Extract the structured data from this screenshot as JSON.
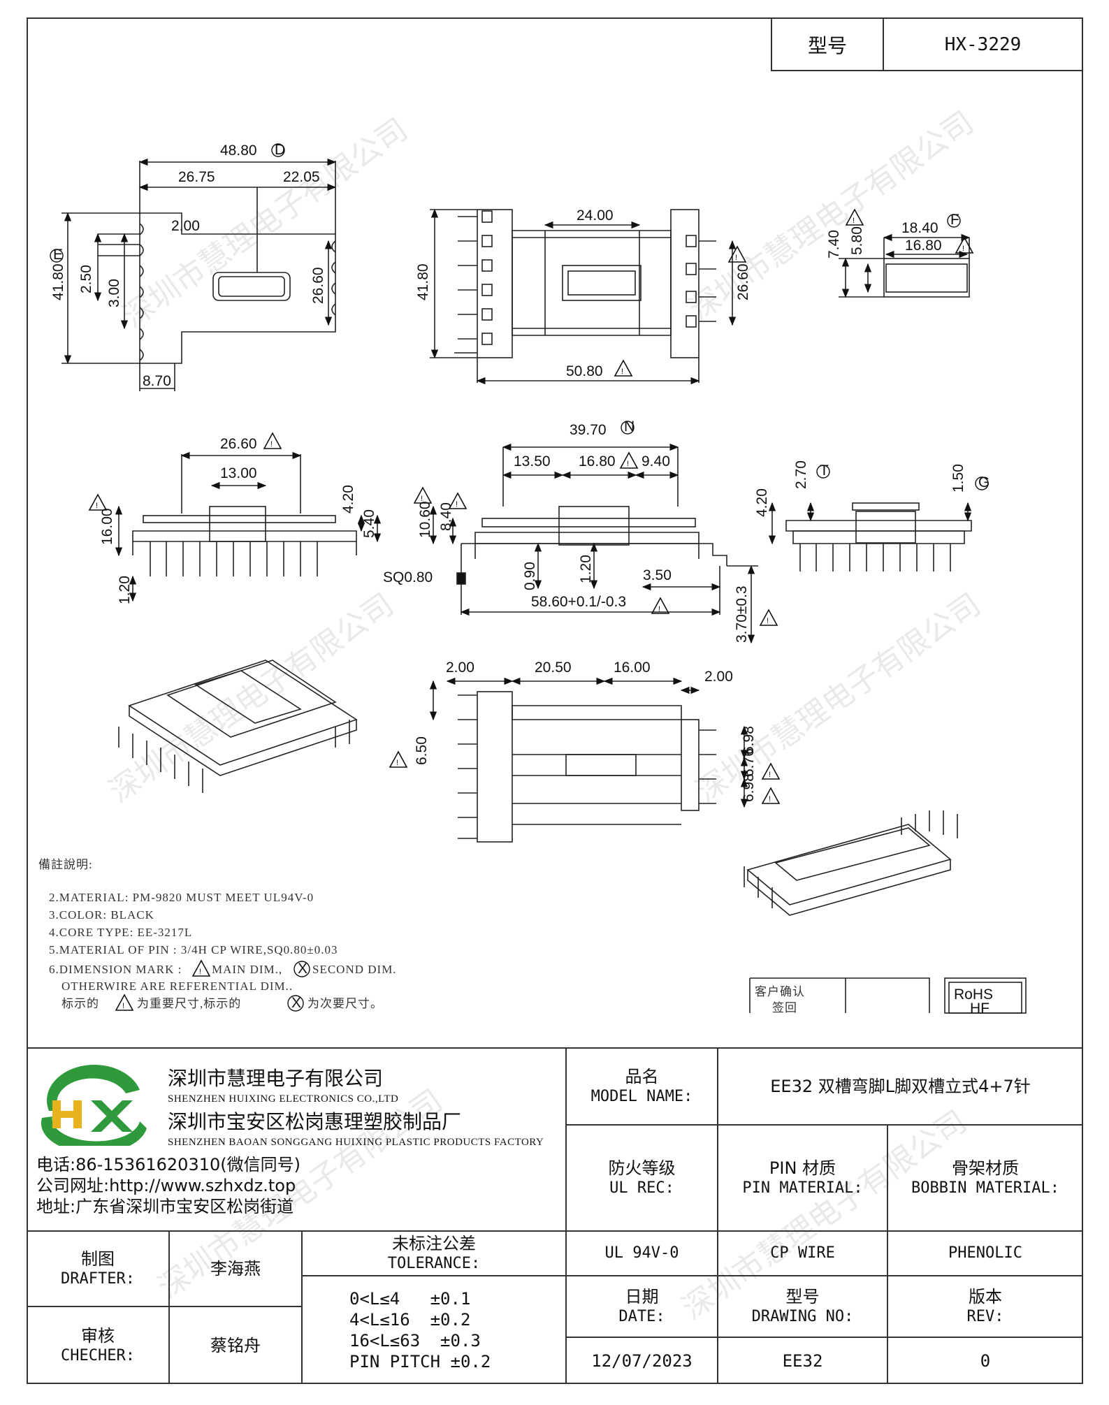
{
  "header": {
    "model_label": "型号",
    "model_value": "HX-3229"
  },
  "dimensions": {
    "top_left": {
      "overall_width": "48.80",
      "left_part": "26.75",
      "right_part": "22.05",
      "slot": "2.00",
      "height": "41.80",
      "pitch_a": "2.50",
      "pitch_b": "3.00",
      "window_height": "26.60",
      "foot": "8.70"
    },
    "top_mid": {
      "center_width": "24.00",
      "height": "41.80",
      "window_height": "26.60",
      "overall_width": "50.80"
    },
    "top_right": {
      "outer_width": "18.40",
      "inner_width": "16.80",
      "outer_height": "7.40",
      "inner_height": "5.80"
    },
    "side_left": {
      "flange_width": "26.60",
      "core_width": "13.00",
      "height": "16.00",
      "h_a": "4.20",
      "h_b": "5.40",
      "pin_len": "1.20"
    },
    "side_mid": {
      "overall": "39.70",
      "left": "13.50",
      "center": "16.80",
      "right": "9.40",
      "h_a": "10.60",
      "h_b": "8.40",
      "pin_sq": "SQ0.80",
      "d_a": "0.90",
      "d_b": "1.20",
      "d_c": "3.50",
      "total": "58.60+0.1/-0.3",
      "pin_drop": "3.70±0.3"
    },
    "side_right": {
      "h_a": "4.20",
      "h_b": "2.70",
      "h_c": "1.50"
    },
    "bottom_mid": {
      "w_a": "2.00",
      "w_b": "20.50",
      "w_c": "16.00",
      "w_d": "2.00",
      "h_pitch": "6.50",
      "p_a": "6.98",
      "p_b": "6.76",
      "p_c": "6.98"
    }
  },
  "notes": {
    "title": "備註說明:",
    "lines": [
      "2.MATERIAL: PM-9820 MUST MEET UL94V-0",
      "3.COLOR:  BLACK",
      "4.CORE TYPE: EE-3217L",
      "5.MATERIAL OF PIN : 3/4H CP WIRE,SQ0.80±0.03"
    ],
    "dim_mark_prefix": "6.DIMENSION MARK :",
    "dim_mark_main": "MAIN DIM.,",
    "dim_mark_second": "SECOND DIM.",
    "dim_mark_line2": "OTHERWIRE ARE REFERENTIAL DIM..",
    "cn_prefix": "标示的",
    "cn_main": "为重要尺寸,标示的",
    "cn_second": "为次要尺寸。"
  },
  "stamps": {
    "customer_confirm": "客户确认",
    "sign_back": "签回",
    "rohs": "RoHS",
    "hf": "HF"
  },
  "watermark": "深圳市慧理电子有限公司",
  "company": {
    "name_cn": "深圳市慧理电子有限公司",
    "name_en": "SHENZHEN HUIXING ELECTRONICS CO.,LTD",
    "factory_cn": "深圳市宝安区松岗惠理塑胶制品厂",
    "factory_en": "SHENZHEN BAOAN SONGGANG HUIXING PLASTIC PRODUCTS FACTORY",
    "phone": "电话:86-15361620310(微信同号)",
    "website": "公司网址:http://www.szhxdz.top",
    "address": "地址:广东省深圳市宝安区松岗街道"
  },
  "title_block": {
    "model_name_cn": "品名",
    "model_name_en": "MODEL NAME:",
    "model_name_value": "EE32 双槽弯脚L脚双槽立式4+7针",
    "ul_cn": "防火等级",
    "ul_en": "UL REC:",
    "pin_cn": "PIN 材质",
    "pin_en": "PIN MATERIAL:",
    "bobbin_cn": "骨架材质",
    "bobbin_en": "BOBBIN MATERIAL:",
    "ul_value": "UL 94V-0",
    "pin_value": "CP WIRE",
    "bobbin_value": "PHENOLIC",
    "drafter_cn": "制图",
    "drafter_en": "DRAFTER:",
    "drafter_name": "李海燕",
    "checker_cn": "审核",
    "checker_en": "CHECHER:",
    "checker_name": "蔡铭舟",
    "tol_cn": "未标注公差",
    "tol_en": "TOLERANCE:",
    "tol_lines": [
      "0<L≤4   ±0.1",
      "4<L≤16  ±0.2",
      "16<L≤63  ±0.3",
      "PIN PITCH ±0.2"
    ],
    "date_cn": "日期",
    "date_en": "DATE:",
    "date_value": "12/07/2023",
    "dwg_cn": "型号",
    "dwg_en": "DRAWING NO:",
    "dwg_value": "EE32",
    "rev_cn": "版本",
    "rev_en": "REV:",
    "rev_value": "0"
  },
  "marks": {
    "D": "D",
    "E": "E",
    "F": "F",
    "T": "T",
    "N": "N",
    "G": "G",
    "X": "X"
  },
  "colors": {
    "line": "#222222",
    "logo_green": "#2e9a3c",
    "logo_yellow": "#e8b21c",
    "watermark": "#cfcfcf"
  }
}
